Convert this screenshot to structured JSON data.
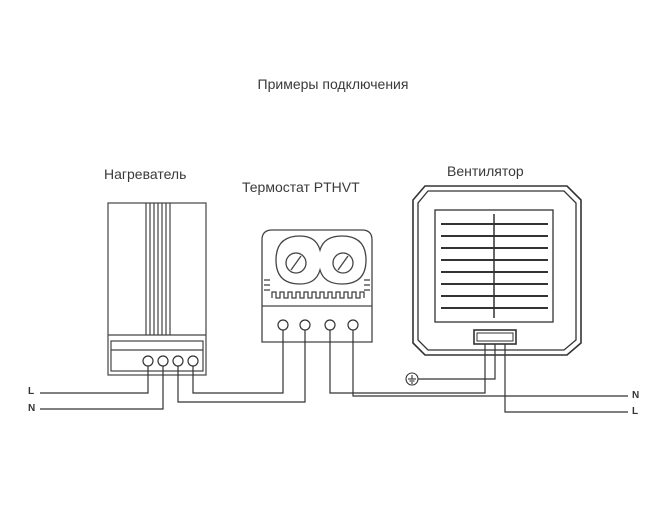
{
  "title": "Примеры подключения",
  "devices": {
    "heater": {
      "label": "Нагреватель"
    },
    "thermostat": {
      "label": "Термостат PTHVT"
    },
    "fan": {
      "label": "Вентилятор"
    }
  },
  "wires": {
    "left_top": "L",
    "left_bottom": "N",
    "right_top": "N",
    "right_bottom": "L"
  }
}
